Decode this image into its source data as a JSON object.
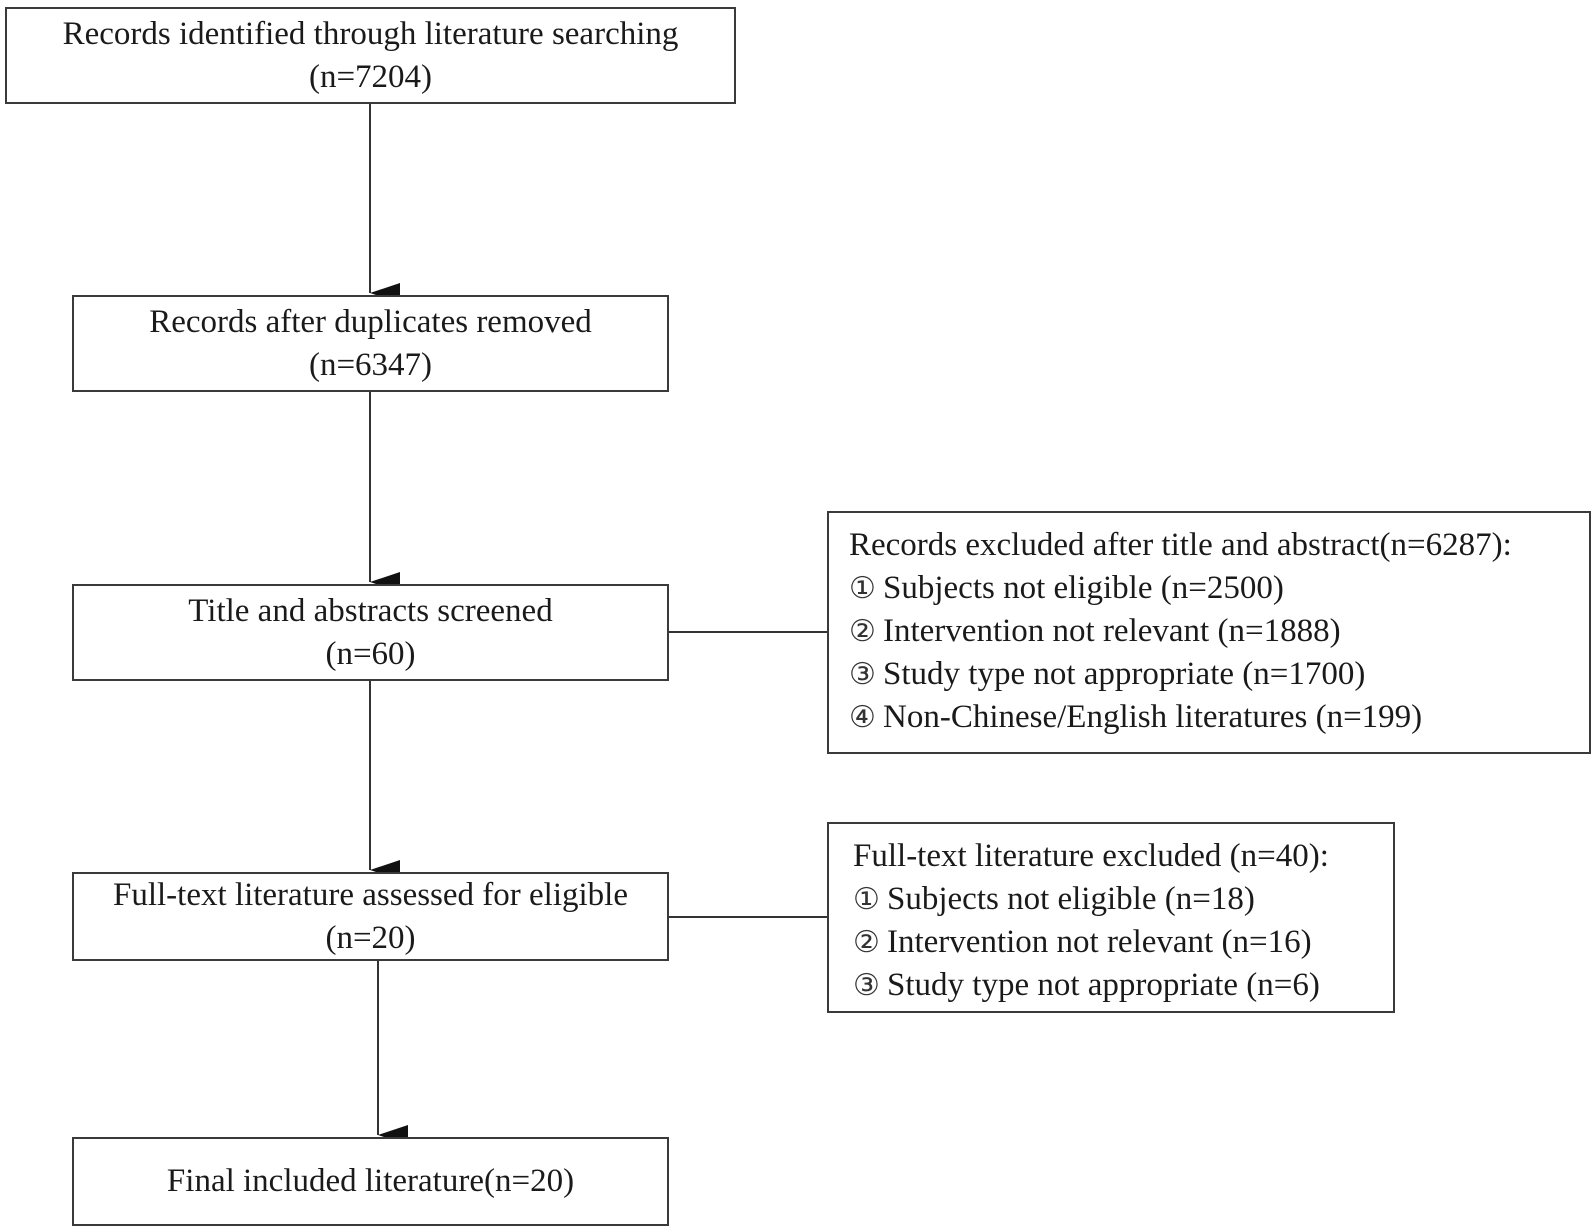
{
  "flow": {
    "identified": {
      "line1": "Records identified through literature searching",
      "line2": "(n=7204)"
    },
    "duplicates_removed": {
      "line1": "Records after duplicates removed",
      "line2": "(n=6347)"
    },
    "screened": {
      "line1": "Title and abstracts screened",
      "line2": "(n=60)"
    },
    "fulltext_assessed": {
      "line1": "Full-text literature assessed for eligible",
      "line2": "(n=20)"
    },
    "final_included": {
      "line1": "Final included literature(n=20)"
    }
  },
  "exclusions": {
    "after_screening": {
      "heading": "Records excluded after title and abstract(n=6287):",
      "items": [
        {
          "marker": "①",
          "text": "Subjects not eligible (n=2500)"
        },
        {
          "marker": "②",
          "text": "Intervention not relevant (n=1888)"
        },
        {
          "marker": "③",
          "text": "Study type not appropriate (n=1700)"
        },
        {
          "marker": "④",
          "text": "Non-Chinese/English literatures (n=199)"
        }
      ]
    },
    "after_fulltext": {
      "heading": "Full-text literature excluded (n=40):",
      "items": [
        {
          "marker": "①",
          "text": "Subjects not eligible (n=18)"
        },
        {
          "marker": "②",
          "text": "Intervention not relevant (n=16)"
        },
        {
          "marker": "③",
          "text": "Study type not appropriate (n=6)"
        }
      ]
    }
  },
  "colors": {
    "stroke": "#3a3a3a",
    "text": "#1a1a1a",
    "background": "#ffffff"
  }
}
